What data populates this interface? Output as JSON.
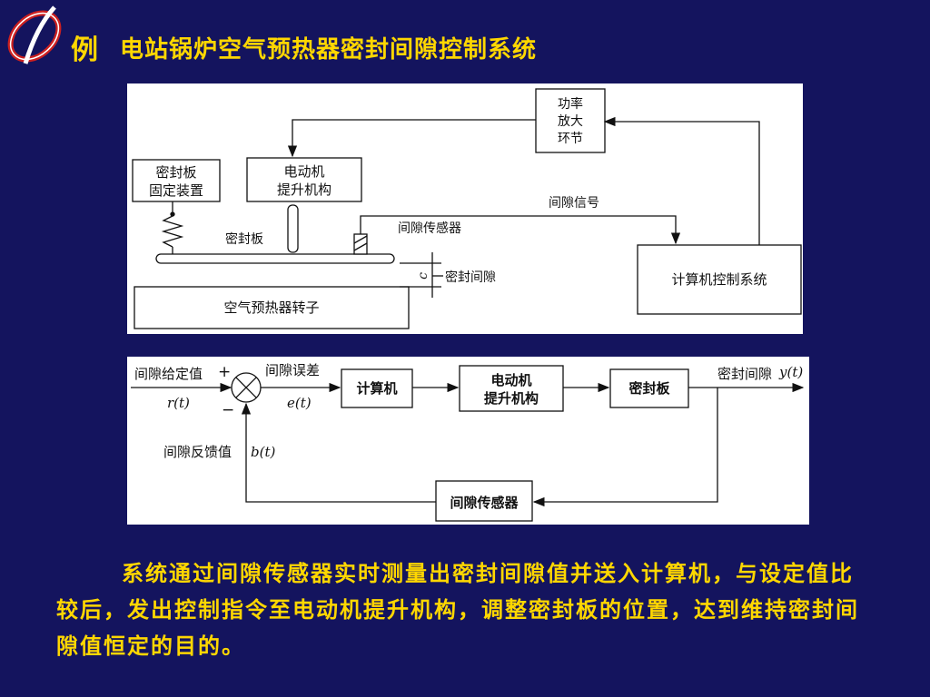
{
  "title": {
    "tag": "例",
    "text": "电站锅炉空气预热器密封间隙控制系统"
  },
  "colors": {
    "background": "#14145e",
    "accent": "#ffd700",
    "logo_red": "#cc2020"
  },
  "schematic": {
    "power_amp_lines": [
      "功率",
      "放大",
      "环节"
    ],
    "fixture_lines": [
      "密封板",
      "固定装置"
    ],
    "motor_lift_lines": [
      "电动机",
      "提升机构"
    ],
    "gap_signal": "间隙信号",
    "gap_sensor": "间隙传感器",
    "seal_plate": "密封板",
    "c_label": "c",
    "seal_gap": "密封间隙",
    "computer_system": "计算机控制系统",
    "rotor": "空气预热器转子"
  },
  "block_diagram": {
    "gap_setpoint": "间隙给定值",
    "plus": "+",
    "minus": "−",
    "r_t": "r(t)",
    "gap_error": "间隙误差",
    "e_t": "e(t)",
    "computer": "计算机",
    "motor_lift_lines": [
      "电动机",
      "提升机构"
    ],
    "seal_plate": "密封板",
    "seal_gap_out": "密封间隙",
    "y_t": "y(t)",
    "gap_feedback": "间隙反馈值",
    "b_t": "b(t)",
    "gap_sensor": "间隙传感器"
  },
  "description": "系统通过间隙传感器实时测量出密封间隙值并送入计算机，与设定值比较后，发出控制指令至电动机提升机构，调整密封板的位置，达到维持密封间隙值恒定的目的。"
}
